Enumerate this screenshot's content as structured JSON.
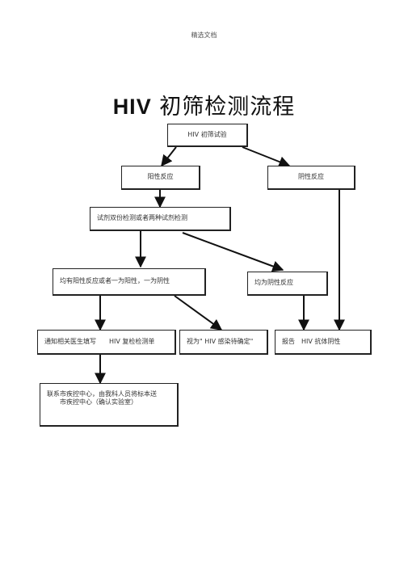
{
  "page": {
    "header_note": "精选文档"
  },
  "title": {
    "latin": "HIV",
    "cjk": "初筛检测流程"
  },
  "nodes": {
    "start": "HIV 初筛试验",
    "positive": "阳性反应",
    "negative": "阴性反应",
    "retest": "试剂双份检测或者两种试剂检测",
    "mixed": "均有阳性反应或者一为阳性，一为阴性",
    "both_negative": "均为阴性反应",
    "notify": "通知相关医生填写　　HIV 复检检测单",
    "suspected": "视为\" HIV 感染待确定\"",
    "report": "报告　HIV 抗体阴性",
    "contact_line1": "联系市疾控中心，由我科人员将标本送",
    "contact_line2": "市疾控中心（确认实验室）"
  }
}
